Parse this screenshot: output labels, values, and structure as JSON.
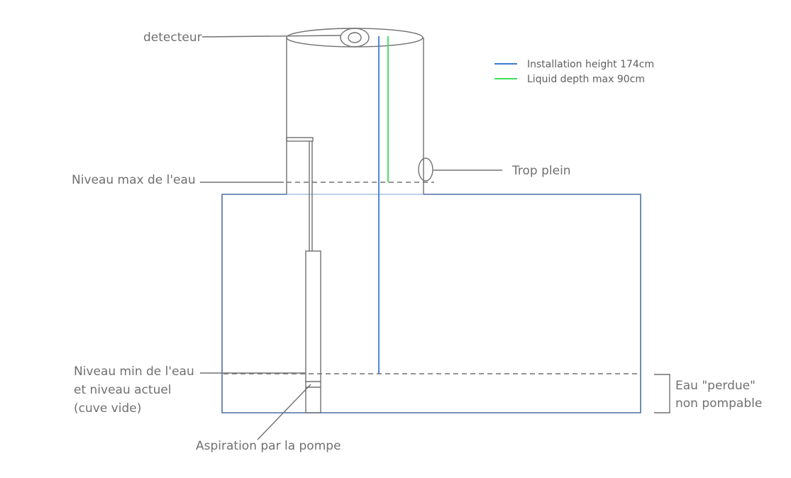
{
  "labels": {
    "detector": "detecteur",
    "max_level": "Niveau max de l'eau",
    "overflow": "Trop plein",
    "min_level_line1": "Niveau min de l'eau",
    "min_level_line2": "et niveau actuel",
    "min_level_line3": "(cuve vide)",
    "lost_water_line1": "Eau \"perdue\"",
    "lost_water_line2": "non pompable",
    "pump_intake": "Aspiration par la pompe"
  },
  "legend": [
    {
      "label": "Installation height 174cm",
      "color": "#3c7bd0"
    },
    {
      "label": "Liquid depth max 90cm",
      "color": "#3ddc5a"
    }
  ],
  "colors": {
    "outline": "#707070",
    "tank": "#4a6fa5",
    "installation_height": "#3c7bd0",
    "liquid_depth": "#3ddc5a"
  }
}
